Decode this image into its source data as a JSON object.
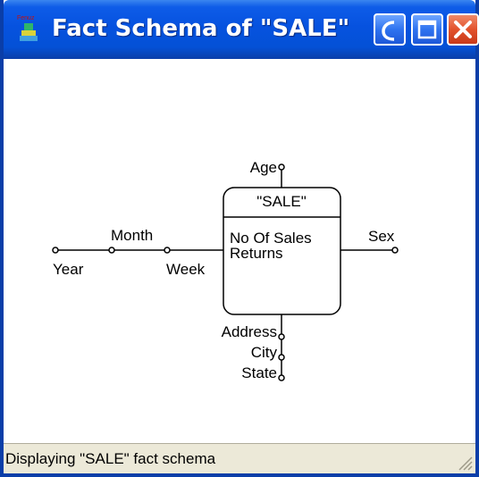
{
  "window": {
    "title": "Fact Schema of \"SALE\"",
    "icon_name": "app-icon",
    "icon_caption": "Fenuz",
    "controls": {
      "minimize_icon": "minimize-icon",
      "maximize_icon": "maximize-icon",
      "close_icon": "close-icon"
    }
  },
  "diagram": {
    "fact": {
      "name": "\"SALE\"",
      "measures": [
        "No Of Sales",
        "Returns"
      ]
    },
    "dimensions": {
      "left": [
        "Week",
        "Month",
        "Year"
      ],
      "top": [
        "Age"
      ],
      "right": [
        "Sex"
      ],
      "bottom": [
        "Address",
        "City",
        "State"
      ]
    }
  },
  "statusbar": {
    "text": "Displaying \"SALE\" fact  schema"
  },
  "colors": {
    "titlebar": "#0451d6",
    "window_border": "#0a3ea8",
    "close_button": "#e2522c",
    "statusbar": "#ece9d8"
  }
}
